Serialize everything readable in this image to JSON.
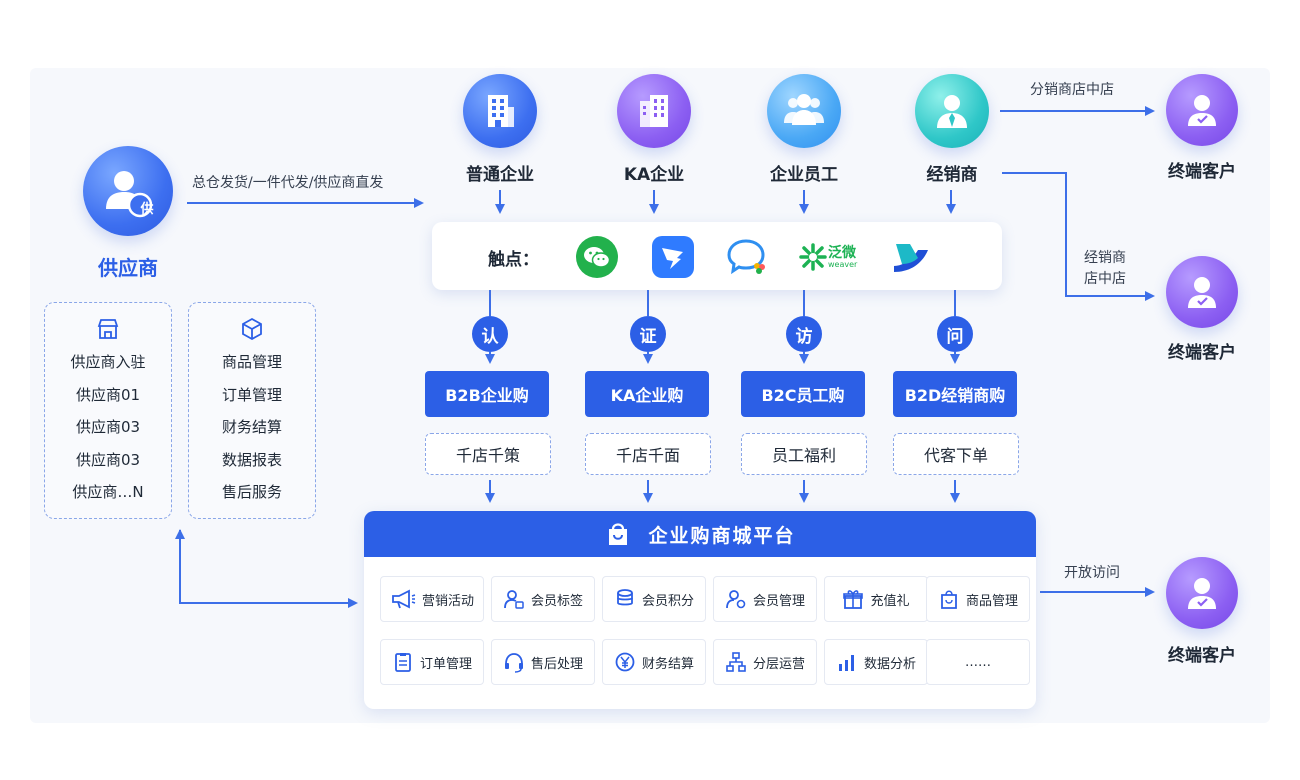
{
  "supplier": {
    "label": "供应商",
    "badge": "供"
  },
  "flow": {
    "ship_text": "总仓发货/一件代发/供应商直发",
    "distributor_store_top": "分销商店中店",
    "distributor_store_side_line1": "经销商",
    "distributor_store_side_line2": "店中店",
    "open_access": "开放访问"
  },
  "top_entities": [
    {
      "label": "普通企业",
      "icon": "building-icon"
    },
    {
      "label": "KA企业",
      "icon": "office-tower-icon"
    },
    {
      "label": "企业员工",
      "icon": "employees-group-icon"
    },
    {
      "label": "经销商",
      "icon": "dealer-person-icon"
    }
  ],
  "end_customers": [
    {
      "label": "终端客户"
    },
    {
      "label": "终端客户"
    },
    {
      "label": "终端客户"
    }
  ],
  "touchpoints": {
    "label": "触点：",
    "apps": [
      {
        "name": "wechat-icon"
      },
      {
        "name": "dingtalk-icon"
      },
      {
        "name": "chat-bubble-icon"
      },
      {
        "name": "fanwei-icon",
        "text": "泛微",
        "subtext": "weaver"
      },
      {
        "name": "feishu-icon"
      }
    ]
  },
  "verbs": [
    "认",
    "证",
    "访",
    "问"
  ],
  "channels": [
    "B2B企业购",
    "KA企业购",
    "B2C员工购",
    "B2D经销商购"
  ],
  "features": [
    "千店千策",
    "千店千面",
    "员工福利",
    "代客下单"
  ],
  "supplier_list": [
    "供应商入驻",
    "供应商01",
    "供应商03",
    "供应商03",
    "供应商…N"
  ],
  "product_list": [
    "商品管理",
    "订单管理",
    "财务结算",
    "数据报表",
    "售后服务"
  ],
  "platform": {
    "title": "企业购商城平台",
    "modules": [
      {
        "label": "营销活动",
        "icon": "megaphone-icon"
      },
      {
        "label": "会员标签",
        "icon": "member-tag-icon"
      },
      {
        "label": "会员积分",
        "icon": "coins-icon"
      },
      {
        "label": "会员管理",
        "icon": "member-settings-icon"
      },
      {
        "label": "充值礼",
        "icon": "gift-icon"
      },
      {
        "label": "商品管理",
        "icon": "shopping-bag-icon"
      },
      {
        "label": "订单管理",
        "icon": "clipboard-icon"
      },
      {
        "label": "售后处理",
        "icon": "headset-icon"
      },
      {
        "label": "财务结算",
        "icon": "yen-coin-icon"
      },
      {
        "label": "分层运营",
        "icon": "hierarchy-icon"
      },
      {
        "label": "数据分析",
        "icon": "bar-chart-icon"
      },
      {
        "label": "……",
        "icon": ""
      }
    ]
  },
  "colors": {
    "primary": "#2c5fe6",
    "purple": "#8c5ff2",
    "dash": "#8aa6e8",
    "arrow": "#3d6fe8"
  }
}
